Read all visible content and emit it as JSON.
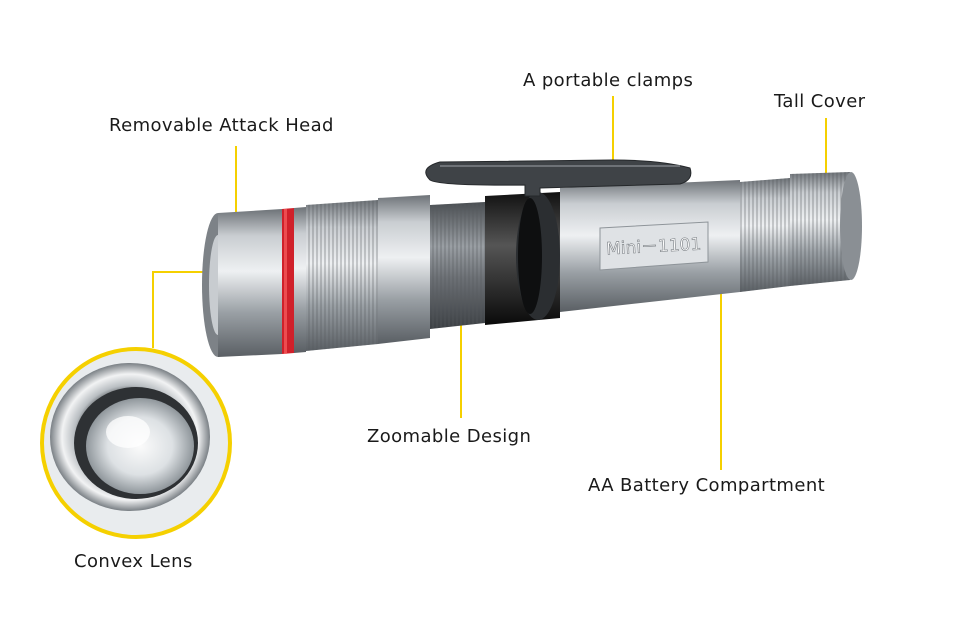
{
  "product": {
    "engraving": "Mini－1101"
  },
  "callouts": {
    "clip": "A portable clamps",
    "tail_cover": "Tall Cover",
    "attack_head": "Removable Attack Head",
    "zoom": "Zoomable Design",
    "battery": "AA Battery Compartment",
    "lens": "Convex Lens"
  },
  "colors": {
    "leader_line": "#f5d000",
    "body_metal": "#9ea3a8",
    "red_ring": "#d0202a",
    "clip_dark": "#3a3d40",
    "lens_ring_border": "#f5d000"
  }
}
